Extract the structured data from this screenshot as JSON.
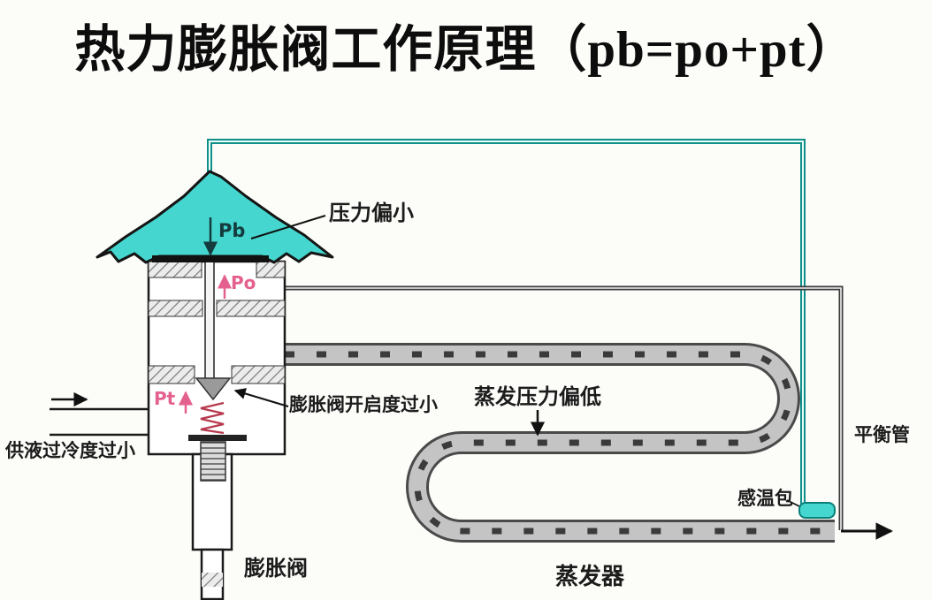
{
  "title": "热力膨胀阀工作原理（pb=po+pt）",
  "labels": {
    "pressure_low": "压力偏小",
    "valve_opening_small": "膨胀阀开启度过小",
    "subcooling_small": "供液过冷度过小",
    "expansion_valve": "膨胀阀",
    "evap_pressure_low": "蒸发压力偏低",
    "evaporator": "蒸发器",
    "sensing_bulb": "感温包",
    "balance_pipe": "平衡管",
    "pb": "Pb",
    "po": "Po",
    "pt": "Pt"
  },
  "colors": {
    "diaphragm": "#45d7cf",
    "capillary": "#0f8f88",
    "balance_pipe": "#3a3a3a",
    "tube_fill": "#c4c4c4",
    "tube_outline": "#4a4a4a",
    "annotation_pink": "#e4608e",
    "spring_red": "#b73a4e",
    "title_color": "#0d0d0d"
  }
}
